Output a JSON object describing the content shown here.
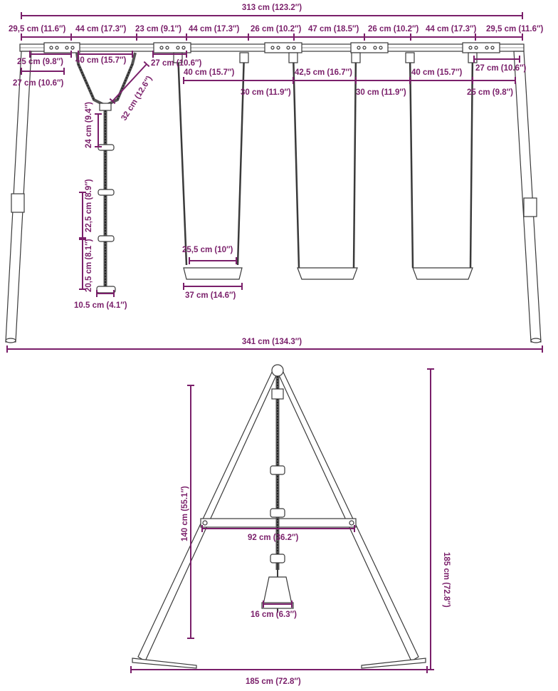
{
  "colors": {
    "dimension": "#7a1f6a",
    "structure": "#3a3a3a",
    "background": "#ffffff"
  },
  "front_view": {
    "top_widths": {
      "total": "313 cm (123.2″)",
      "seg_1": "29,5 cm (11.6″)",
      "seg_2": "44 cm (17.3″)",
      "seg_3": "23 cm (9.1″)",
      "seg_4": "44 cm (17.3″)",
      "seg_5": "26 cm (10.2″)",
      "seg_6": "47 cm (18.5″)",
      "seg_7": "26 cm (10.2″)",
      "seg_8": "44 cm (17.3″)",
      "seg_9": "29,5 cm (11.6″)"
    },
    "upper_left": {
      "left_offset": "25 cm (9.8″)",
      "rope_spread": "40 cm (15.7″)",
      "leg_offset": "27 cm (10.6″)"
    },
    "rope_ladder": {
      "diag_length": "32 cm (12.6″)",
      "gap_1": "24 cm (9.4″)",
      "gap_2": "22,5 cm (8.9″)",
      "gap_3": "20,5 cm (8.1″)",
      "rung_width": "10.5 cm (4.1″)"
    },
    "swings": {
      "hanger_offset": "27 cm (10.6″)",
      "spacing_1": "40 cm (15.7″)",
      "spacing_2": "42,5 cm (16.7″)",
      "spacing_3": "40 cm (15.7″)",
      "width_1": "30 cm (11.9″)",
      "width_2": "30 cm (11.9″)",
      "right_offset": "25 cm (9.8″)",
      "right_hanger": "27 cm (10.6″)",
      "seat_inner": "25,5 cm (10″)",
      "seat_outer": "37 cm (14.6″)"
    },
    "base_width": "341 cm (134.3″)"
  },
  "side_view": {
    "beam_height": "140 cm (55.1″)",
    "total_height": "185 cm (72.8″)",
    "crossbar": "92 cm (36.2″)",
    "rung": "16 cm (6.3″)",
    "base_width": "185 cm (72.8″)"
  }
}
